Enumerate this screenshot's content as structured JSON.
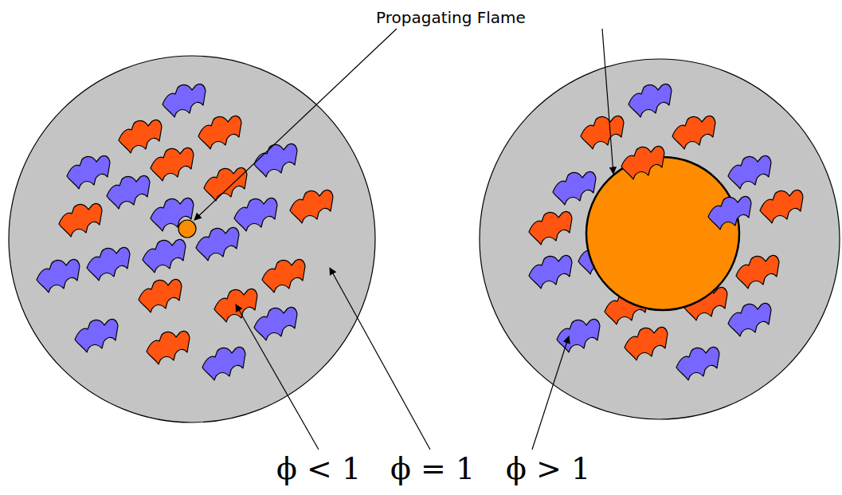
{
  "diagram": {
    "labels": [
      "Propagating Flame",
      "ϕ < 1",
      "ϕ = 1",
      "ϕ > 1"
    ]
  }
}
